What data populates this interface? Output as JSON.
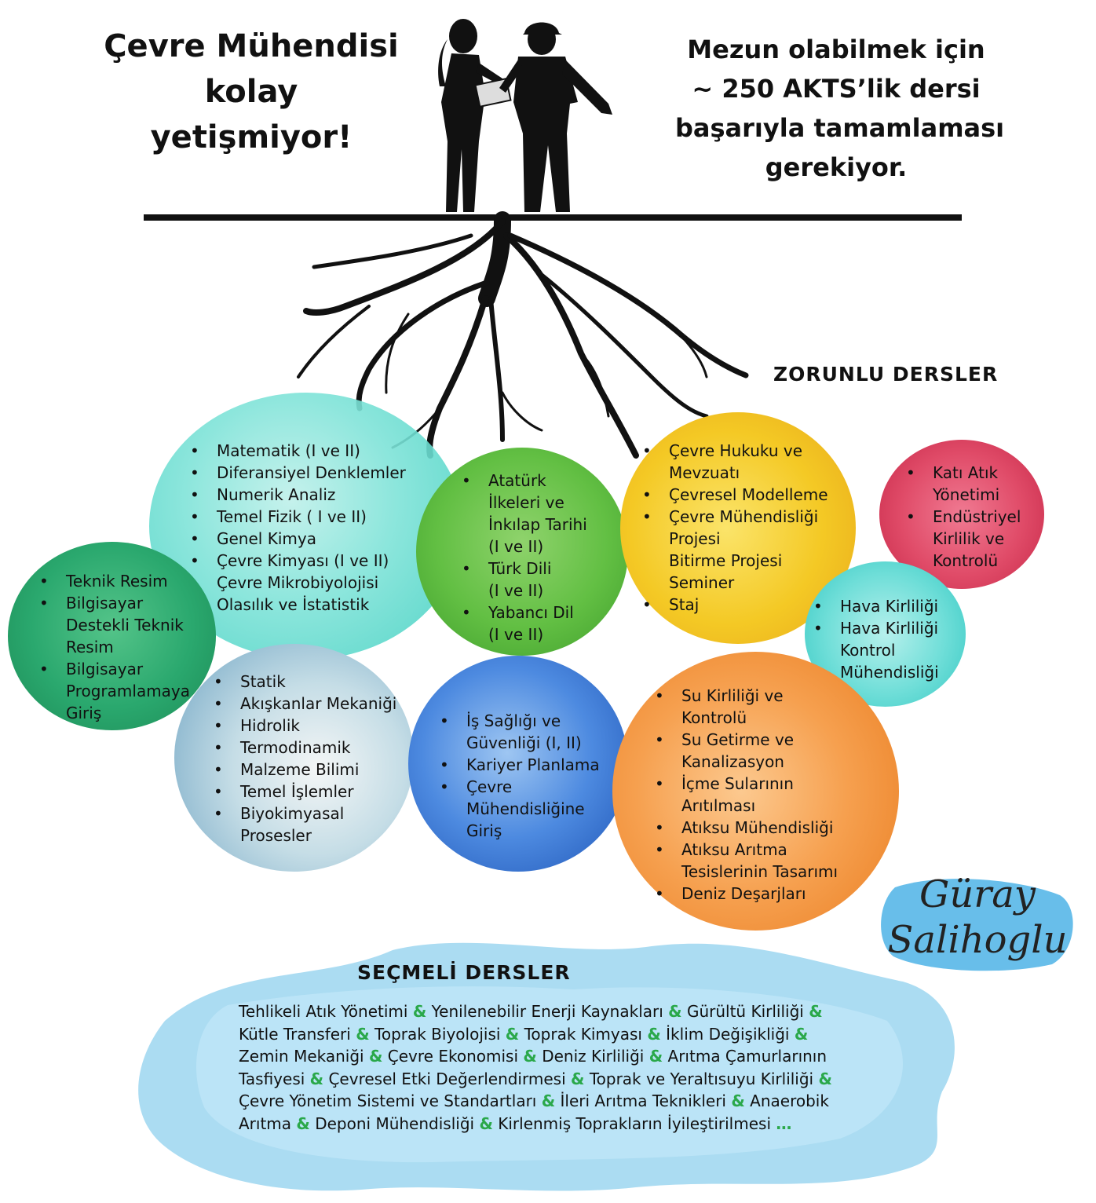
{
  "headline": [
    "Çevre Mühendisi",
    "kolay",
    "yetişmiyor!"
  ],
  "subline": [
    "Mezun olabilmek için",
    "~ 250 AKTS’lik dersi",
    "başarıyla tamamlaması",
    "gerekiyor."
  ],
  "compulsory_title": "ZORUNLU DERSLER",
  "elective_title": "SEÇMELİ DERSLER",
  "signature": [
    "Güray",
    "Salihoglu"
  ],
  "colors": {
    "turquoise": "#4fd1c5",
    "dark_green": "#1f9a63",
    "green": "#5cba3c",
    "yellow": "#f2c21b",
    "crimson": "#d93a5a",
    "cyan": "#5ad8d4",
    "steel_blue": "#9cc4d6",
    "blue": "#2f6fd1",
    "orange": "#f2913c",
    "sky": "#4db3e6",
    "accent_green": "#2aa84a"
  },
  "groups": {
    "math": {
      "items": [
        {
          "t": "Matematik (I ve II)",
          "b": true
        },
        {
          "t": "Diferansiyel Denklemler",
          "b": true
        },
        {
          "t": "Numerik Analiz",
          "b": true
        },
        {
          "t": "Temel Fizik ( I ve II)",
          "b": true
        },
        {
          "t": "Genel Kimya",
          "b": true
        },
        {
          "t": "Çevre Kimyası (I ve II)",
          "b": true
        },
        {
          "t": "Çevre Mikrobiyolojisi",
          "b": false
        },
        {
          "t": "Olasılık ve İstatistik",
          "b": false
        }
      ]
    },
    "drawing": {
      "items": [
        {
          "t": "Teknik Resim",
          "b": true
        },
        {
          "t": "Bilgisayar",
          "b": true
        },
        {
          "t": "Destekli Teknik",
          "b": false
        },
        {
          "t": "Resim",
          "b": false
        },
        {
          "t": "Bilgisayar",
          "b": true
        },
        {
          "t": "Programlamaya",
          "b": false
        },
        {
          "t": "Giriş",
          "b": false
        }
      ]
    },
    "general": {
      "items": [
        {
          "t": "Atatürk",
          "b": true
        },
        {
          "t": "İlkeleri ve",
          "b": false
        },
        {
          "t": "İnkılap Tarihi",
          "b": false
        },
        {
          "t": "(I ve II)",
          "b": false
        },
        {
          "t": "Türk Dili",
          "b": true
        },
        {
          "t": "(I ve II)",
          "b": false
        },
        {
          "t": "Yabancı Dil",
          "b": true
        },
        {
          "t": "(I ve II)",
          "b": false
        }
      ]
    },
    "law": {
      "items": [
        {
          "t": "Çevre Hukuku ve",
          "b": true
        },
        {
          "t": "Mevzuatı",
          "b": false
        },
        {
          "t": "Çevresel Modelleme",
          "b": true
        },
        {
          "t": "Çevre Mühendisliği",
          "b": true
        },
        {
          "t": "Projesi",
          "b": false
        },
        {
          "t": "Bitirme Projesi",
          "b": false
        },
        {
          "t": "Seminer",
          "b": false
        },
        {
          "t": "Staj",
          "b": true
        }
      ]
    },
    "waste": {
      "items": [
        {
          "t": "Katı Atık",
          "b": true
        },
        {
          "t": "Yönetimi",
          "b": false
        },
        {
          "t": "Endüstriyel",
          "b": true
        },
        {
          "t": "Kirlilik ve",
          "b": false
        },
        {
          "t": "Kontrolü",
          "b": false
        }
      ]
    },
    "air": {
      "items": [
        {
          "t": "Hava Kirliliği",
          "b": true
        },
        {
          "t": "Hava Kirliliği",
          "b": true
        },
        {
          "t": "Kontrol",
          "b": false
        },
        {
          "t": "Mühendisliği",
          "b": false
        }
      ]
    },
    "mechanics": {
      "items": [
        {
          "t": "Statik",
          "b": true
        },
        {
          "t": "Akışkanlar Mekaniği",
          "b": true
        },
        {
          "t": "Hidrolik",
          "b": true
        },
        {
          "t": "Termodinamik",
          "b": true
        },
        {
          "t": "Malzeme Bilimi",
          "b": true
        },
        {
          "t": "Temel İşlemler",
          "b": true
        },
        {
          "t": "Biyokimyasal",
          "b": true
        },
        {
          "t": "Prosesler",
          "b": false
        }
      ]
    },
    "safety": {
      "items": [
        {
          "t": "İş Sağlığı ve",
          "b": true
        },
        {
          "t": "Güvenliği (I, II)",
          "b": false
        },
        {
          "t": "Kariyer Planlama",
          "b": true
        },
        {
          "t": "Çevre",
          "b": true
        },
        {
          "t": "Mühendisliğine",
          "b": false
        },
        {
          "t": "Giriş",
          "b": false
        }
      ]
    },
    "water": {
      "items": [
        {
          "t": "Su Kirliliği  ve",
          "b": true
        },
        {
          "t": "Kontrolü",
          "b": false
        },
        {
          "t": "Su Getirme ve",
          "b": true
        },
        {
          "t": "Kanalizasyon",
          "b": false
        },
        {
          "t": "İçme Sularının",
          "b": true
        },
        {
          "t": "Arıtılması",
          "b": false
        },
        {
          "t": "Atıksu Mühendisliği",
          "b": true
        },
        {
          "t": "Atıksu Arıtma",
          "b": true
        },
        {
          "t": "Tesislerinin Tasarımı",
          "b": false
        },
        {
          "t": "Deniz Deşarjları",
          "b": true
        }
      ]
    }
  },
  "electives": {
    "lines": [
      [
        "Tehlikeli Atık Yönetimi",
        "&",
        "Yenilenebilir Enerji Kaynakları",
        "&",
        "Gürültü Kirliliği",
        "&"
      ],
      [
        "Kütle Transferi",
        "&",
        "Toprak Biyolojisi",
        "&",
        "Toprak Kimyası",
        "&",
        "İklim Değişikliği",
        "&"
      ],
      [
        "Zemin Mekaniği",
        "&",
        "Çevre Ekonomisi",
        "&",
        "Deniz Kirliliği",
        "&",
        "Arıtma Çamurlarının"
      ],
      [
        "Tasfiyesi",
        "&",
        "Çevresel Etki Değerlendirmesi",
        "&",
        "Toprak ve Yeraltısuyu Kirliliği",
        "&"
      ],
      [
        "Çevre Yönetim Sistemi ve Standartları",
        "&",
        "İleri Arıtma Teknikleri",
        "&",
        "Anaerobik"
      ],
      [
        "Arıtma",
        "&",
        "Deponi Mühendisliği",
        "&",
        "Kirlenmiş Toprakların İyileştirilmesi",
        "…"
      ]
    ]
  }
}
